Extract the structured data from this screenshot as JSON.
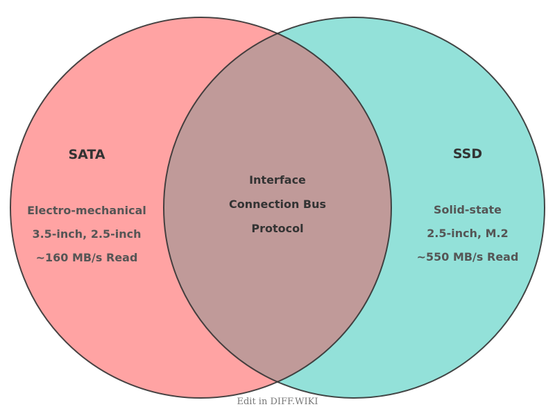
{
  "diagram": {
    "type": "venn",
    "sets": [
      {
        "id": "left",
        "title": "SATA",
        "color": "#ffa3a3",
        "items": [
          "Electro-mechanical",
          "3.5-inch, 2.5-inch",
          "~160 MB/s Read"
        ]
      },
      {
        "id": "right",
        "title": "SSD",
        "color": "#93e1d9",
        "items": [
          "Solid-state",
          "2.5-inch, M.2",
          "~550 MB/s Read"
        ]
      }
    ],
    "overlap": {
      "color": "#c09a99",
      "items": [
        "Interface",
        "Connection Bus",
        "Protocol"
      ]
    },
    "stroke_color": "#333333"
  },
  "footer": {
    "link_label": "Edit in DIFF.WIKI"
  }
}
